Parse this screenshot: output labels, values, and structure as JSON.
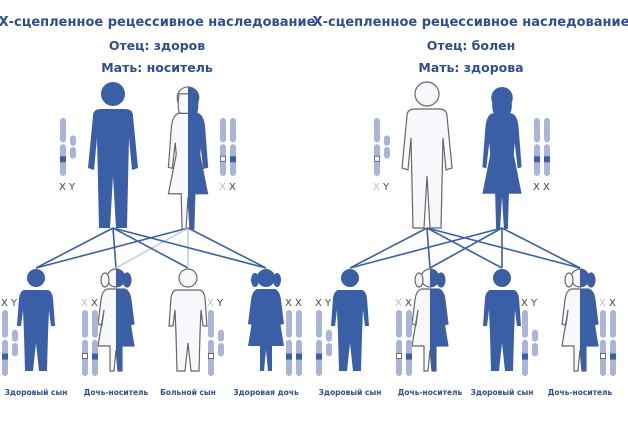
{
  "colors": {
    "blue": "#3a5fa6",
    "chromosome": "#aab3d8",
    "text": "#2e4e8f",
    "line_light": "#c9d0de"
  },
  "panels": [
    {
      "title": "Х-сцепленное рецессивное наследование",
      "father_line": "Отец: здоров",
      "mother_line": "Мать:  носитель",
      "father": {
        "status": "healthy",
        "chrom": [
          "X",
          "Y"
        ],
        "mutant": [
          false,
          false
        ]
      },
      "mother": {
        "status": "carrier",
        "chrom": [
          "X",
          "X"
        ],
        "mutant": [
          true,
          false
        ]
      },
      "children": [
        {
          "label": "Здоровый сын",
          "sex": "boy",
          "status": "healthy",
          "chrom": [
            "X",
            "Y"
          ],
          "mutant": [
            false,
            false
          ]
        },
        {
          "label": "Дочь-носитель",
          "sex": "girl",
          "status": "carrier",
          "chrom": [
            "X",
            "X"
          ],
          "mutant": [
            true,
            false
          ]
        },
        {
          "label": "Больной сын",
          "sex": "boy",
          "status": "affected",
          "chrom": [
            "X",
            "Y"
          ],
          "mutant": [
            true,
            false
          ]
        },
        {
          "label": "Здоровая дочь",
          "sex": "girl",
          "status": "healthy",
          "chrom": [
            "X",
            "X"
          ],
          "mutant": [
            false,
            false
          ]
        }
      ]
    },
    {
      "title": "Х-сцепленное рецессивное наследование",
      "father_line": "Отец: болен",
      "mother_line": "Мать: здорова",
      "father": {
        "status": "affected",
        "chrom": [
          "X",
          "Y"
        ],
        "mutant": [
          true,
          false
        ]
      },
      "mother": {
        "status": "healthy",
        "chrom": [
          "X",
          "X"
        ],
        "mutant": [
          false,
          false
        ]
      },
      "children": [
        {
          "label": "Здоровый сын",
          "sex": "boy",
          "status": "healthy",
          "chrom": [
            "X",
            "Y"
          ],
          "mutant": [
            false,
            false
          ]
        },
        {
          "label": "Дочь-носитель",
          "sex": "girl",
          "status": "carrier",
          "chrom": [
            "X",
            "X"
          ],
          "mutant": [
            true,
            false
          ]
        },
        {
          "label": "Здоровый сын",
          "sex": "boy",
          "status": "healthy",
          "chrom": [
            "X",
            "Y"
          ],
          "mutant": [
            false,
            false
          ]
        },
        {
          "label": "Дочь-носитель",
          "sex": "girl",
          "status": "carrier",
          "chrom": [
            "X",
            "X"
          ],
          "mutant": [
            true,
            false
          ]
        }
      ]
    }
  ]
}
